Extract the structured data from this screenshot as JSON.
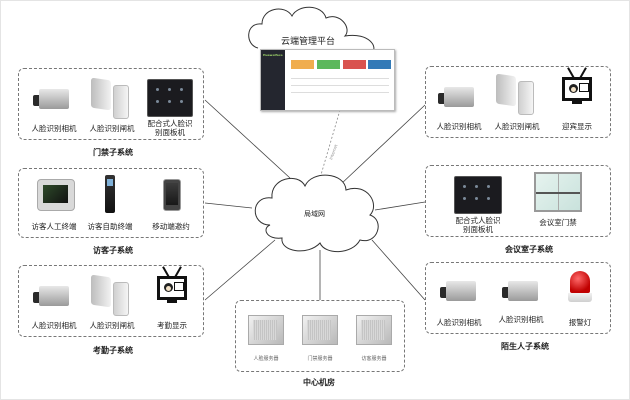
{
  "diagram": {
    "cloud_platform": {
      "label": "云端管理平台",
      "dashboard_brand": "Huaweiface"
    },
    "lan": {
      "label": "局域网"
    },
    "link_label": "Internet",
    "subsystems": {
      "access": {
        "title": "门禁子系统",
        "devices": [
          {
            "icon": "face-camera",
            "label": "人脸识别相机"
          },
          {
            "icon": "face-gate",
            "label": "人脸识别闸机"
          },
          {
            "icon": "face-panel",
            "label_line1": "配合式人脸识",
            "label_line2": "别面板机"
          }
        ]
      },
      "visitor": {
        "title": "访客子系统",
        "devices": [
          {
            "icon": "visitor-terminal",
            "label": "访客人工终端"
          },
          {
            "icon": "self-service-kiosk",
            "label": "访客自助终端"
          },
          {
            "icon": "mobile-phone",
            "label": "移动端邀约"
          }
        ]
      },
      "attendance": {
        "title": "考勤子系统",
        "devices": [
          {
            "icon": "face-camera",
            "label": "人脸识别相机"
          },
          {
            "icon": "face-gate",
            "label": "人脸识别闸机"
          },
          {
            "icon": "tv-display",
            "label": "考勤显示"
          }
        ]
      },
      "datacenter": {
        "title": "中心机房",
        "devices": [
          {
            "icon": "server",
            "label": "人脸服务器"
          },
          {
            "icon": "server",
            "label": "门禁服务器"
          },
          {
            "icon": "server",
            "label": "访客服务器"
          }
        ]
      },
      "welcome": {
        "title": "",
        "devices": [
          {
            "icon": "face-camera",
            "label": "人脸识别相机"
          },
          {
            "icon": "face-gate",
            "label": "人脸识别闸机"
          },
          {
            "icon": "tv-display",
            "label": "迎宾显示"
          }
        ]
      },
      "meeting": {
        "title": "会议室子系统",
        "devices": [
          {
            "icon": "face-panel",
            "label_line1": "配合式人脸识",
            "label_line2": "别面板机"
          },
          {
            "icon": "glass-door",
            "label": "会议室门禁"
          }
        ]
      },
      "stranger": {
        "title": "陌生人子系统",
        "devices": [
          {
            "icon": "face-camera",
            "label": "人脸识别相机"
          },
          {
            "icon": "face-camera",
            "label": "人脸识别相机"
          },
          {
            "icon": "alarm-light",
            "label": "报警灯"
          }
        ]
      }
    },
    "colors": {
      "card_orange": "#f0ad4e",
      "card_green": "#5cb85c",
      "card_red": "#d9534f",
      "card_blue": "#337ab7",
      "line": "#444444",
      "alarm_red": "#cc0000"
    }
  }
}
